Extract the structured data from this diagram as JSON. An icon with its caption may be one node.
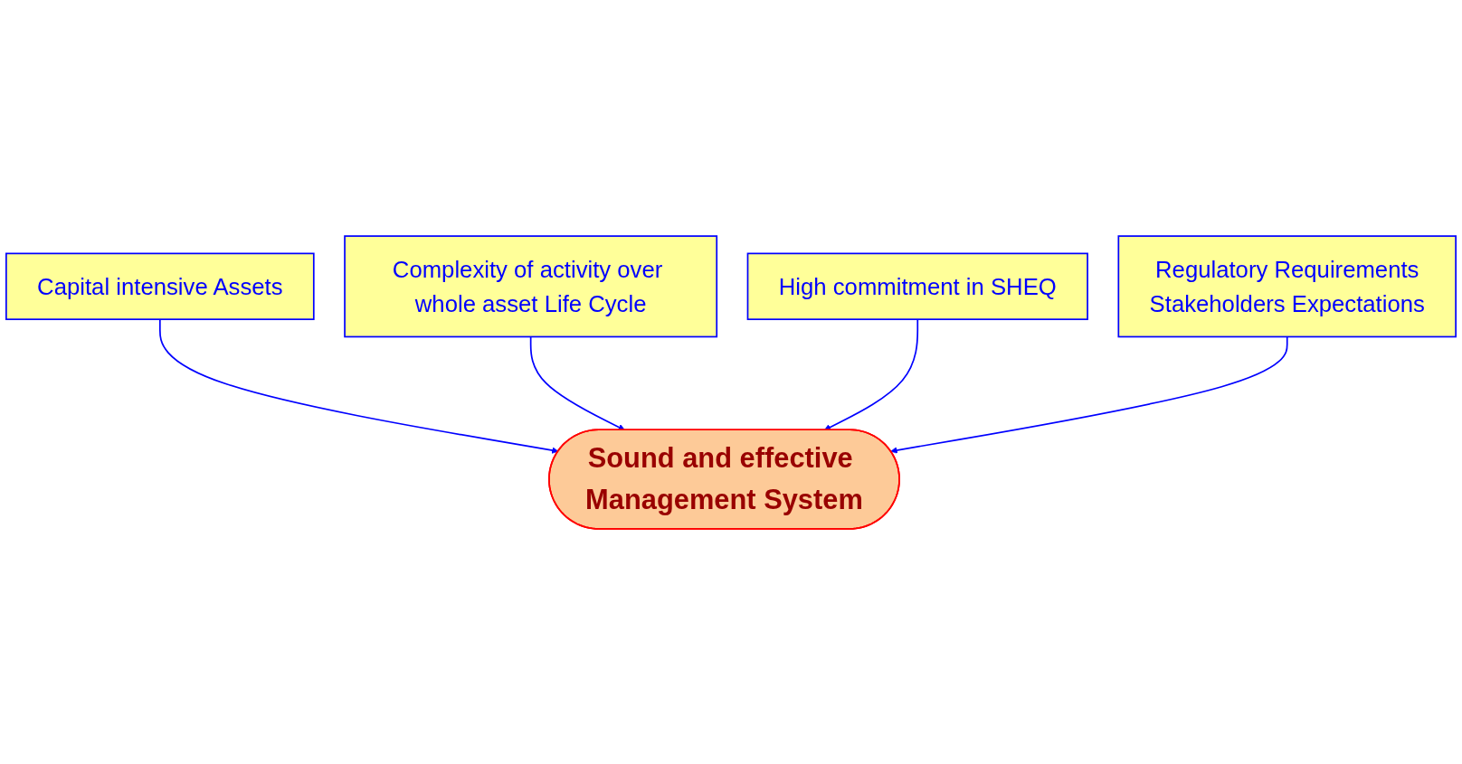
{
  "diagram": {
    "nodes": [
      {
        "text": [
          "Capital intensive Assets"
        ]
      },
      {
        "text": [
          "Complexity of activity over whole asset Life Cycle"
        ]
      },
      {
        "text": [
          "Sound and effective Management System"
        ]
      },
      {
        "text": [
          "High commitment in SHEQ"
        ]
      },
      {
        "text": [
          "Regulatory Requirements",
          "Stakeholders Expectations"
        ]
      }
    ],
    "edges": [
      {
        "from": 0,
        "to": 2,
        "arrow": "to"
      },
      {
        "from": 1,
        "to": 2,
        "arrow": "to"
      },
      {
        "from": 3,
        "to": 2,
        "arrow": "to"
      },
      {
        "from": 4,
        "to": 2,
        "arrow": "to"
      }
    ]
  }
}
